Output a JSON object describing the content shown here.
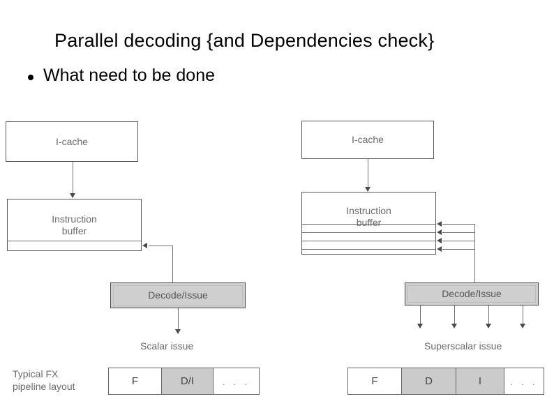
{
  "slide": {
    "title": "Parallel decoding {and Dependencies check}",
    "bullet": {
      "marker": "bullet-dot",
      "text": "What need to be done"
    }
  },
  "diagrams": [
    {
      "id": "scalar",
      "boxes": {
        "icache": "I-cache",
        "instruction_buffer": "Instruction\nbuffer",
        "decode_issue": "Decode/Issue"
      },
      "issue_caption": "Scalar issue",
      "issue_arrow_count": 1,
      "buffer_feedback_arrow_count": 1,
      "buffer_divider_count": 1,
      "pipeline": {
        "label": "Typical FX\npipeline layout",
        "stages": [
          {
            "name": "F",
            "shaded": false
          },
          {
            "name": "D/I",
            "shaded": true
          },
          {
            "name": ". . .",
            "shaded": false
          }
        ]
      }
    },
    {
      "id": "superscalar",
      "boxes": {
        "icache": "I-cache",
        "instruction_buffer": "Instruction\nbuffer",
        "decode_issue": "Decode/Issue"
      },
      "issue_caption": "Superscalar issue",
      "issue_arrow_count": 4,
      "buffer_feedback_arrow_count": 4,
      "buffer_divider_count": 4,
      "pipeline": {
        "label": "",
        "stages": [
          {
            "name": "F",
            "shaded": false
          },
          {
            "name": "D",
            "shaded": true
          },
          {
            "name": "I",
            "shaded": true
          },
          {
            "name": ". . .",
            "shaded": false
          }
        ]
      }
    }
  ],
  "colors": {
    "background": "#ffffff",
    "text": "#000000",
    "diagram_line": "#6f6f6f",
    "diagram_text": "#6a6a6a",
    "shaded_fill": "#cfcfcf"
  }
}
